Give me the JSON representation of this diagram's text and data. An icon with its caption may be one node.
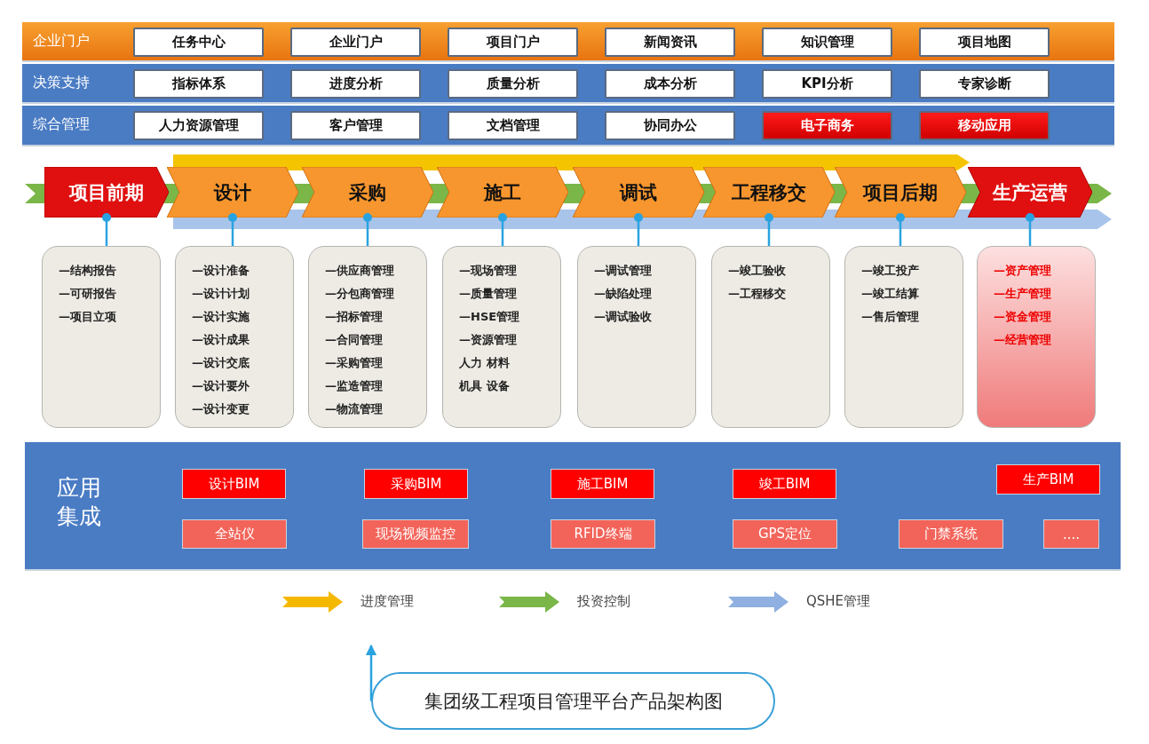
{
  "diagram": {
    "nodes": [
      {
        "text": [
          "企业门户"
        ]
      },
      {
        "text": [
          "任务中心"
        ],
        "in": 0
      },
      {
        "text": [
          "企业门户"
        ],
        "in": 0
      },
      {
        "text": [
          "项目门户"
        ],
        "in": 0
      },
      {
        "text": [
          "新闻资讯"
        ],
        "in": 0
      },
      {
        "text": [
          "知识管理"
        ],
        "in": 0
      },
      {
        "text": [
          "项目地图"
        ],
        "in": 0
      },
      {
        "text": [
          "决策支持"
        ]
      },
      {
        "text": [
          "指标体系"
        ],
        "in": 7
      },
      {
        "text": [
          "进度分析"
        ],
        "in": 7
      },
      {
        "text": [
          "质量分析"
        ],
        "in": 7
      },
      {
        "text": [
          "成本分析"
        ],
        "in": 7
      },
      {
        "text": [
          "KPI分析"
        ],
        "in": 7
      },
      {
        "text": [
          "专家诊断"
        ],
        "in": 7
      },
      {
        "text": [
          "综合管理"
        ]
      },
      {
        "text": [
          "人力资源管理"
        ],
        "in": 14
      },
      {
        "text": [
          "客户管理"
        ],
        "in": 14
      },
      {
        "text": [
          "文档管理"
        ],
        "in": 14
      },
      {
        "text": [
          "协同办公"
        ],
        "in": 14
      },
      {
        "text": [
          "电子商务"
        ],
        "in": 14
      },
      {
        "text": [
          "移动应用"
        ],
        "in": 14
      },
      {
        "text": [
          "项目前期"
        ]
      },
      {
        "text": [
          "设计"
        ]
      },
      {
        "text": [
          "采购"
        ]
      },
      {
        "text": [
          "施工"
        ]
      },
      {
        "text": [
          "调试"
        ]
      },
      {
        "text": [
          "工程移交"
        ]
      },
      {
        "text": [
          "项目后期"
        ]
      },
      {
        "text": [
          "生产运营"
        ]
      },
      {
        "text": [
          "—结构报告",
          "—可研报告",
          "—项目立项"
        ]
      },
      {
        "text": [
          "—设计准备",
          "—设计计划",
          "—设计实施",
          "—设计成果",
          "—设计交底",
          "—设计要外",
          "—设计变更"
        ]
      },
      {
        "text": [
          "—供应商管理",
          "—分包商管理",
          "—招标管理",
          "—合同管理",
          "—采购管理",
          "—监造管理",
          "—物流管理"
        ]
      },
      {
        "text": [
          "—现场管理",
          "—质量管理",
          "—HSE管理",
          "—资源管理",
          "人力 材料",
          "机具 设备"
        ]
      },
      {
        "text": [
          "—调试管理",
          "—缺陷处理",
          "—调试验收"
        ]
      },
      {
        "text": [
          "—竣工验收",
          "—工程移交"
        ]
      },
      {
        "text": [
          "—竣工投产",
          "—竣工结算",
          "—售后管理"
        ]
      },
      {
        "text": [
          "—资产管理",
          "—生产管理",
          "—资金管理",
          "—经营管理"
        ]
      },
      {
        "text": [
          "应用集成"
        ]
      },
      {
        "text": [
          "设计BIM"
        ],
        "in": 37
      },
      {
        "text": [
          "采购BIM"
        ],
        "in": 37
      },
      {
        "text": [
          "施工BIM"
        ],
        "in": 37
      },
      {
        "text": [
          "竣工BIM"
        ],
        "in": 37
      },
      {
        "text": [
          "生产BIM"
        ],
        "in": 37
      },
      {
        "text": [
          "全站仪"
        ],
        "in": 37
      },
      {
        "text": [
          "现场视频监控"
        ],
        "in": 37
      },
      {
        "text": [
          "RFID终端"
        ],
        "in": 37
      },
      {
        "text": [
          "GPS定位"
        ],
        "in": 37
      },
      {
        "text": [
          "门禁系统"
        ],
        "in": 37
      },
      {
        "text": [
          "...."
        ],
        "in": 37
      },
      {
        "text": [
          "集团级工程项目管理平台产品架构图"
        ]
      }
    ],
    "edges": [
      {
        "from": 21,
        "to": 29,
        "arrow": "other"
      },
      {
        "from": 22,
        "to": 30,
        "arrow": "other"
      },
      {
        "from": 23,
        "to": 31,
        "arrow": "other"
      },
      {
        "from": 24,
        "to": 32,
        "arrow": "other"
      },
      {
        "from": 25,
        "to": 33,
        "arrow": "other"
      },
      {
        "from": 26,
        "to": 34,
        "arrow": "other"
      },
      {
        "from": 27,
        "to": 35,
        "arrow": "other"
      },
      {
        "from": 28,
        "to": 36,
        "arrow": "other"
      },
      {
        "from": 49,
        "to": null,
        "arrow": "to"
      }
    ],
    "legend": [
      {
        "text": "进度管理",
        "color": "#f5b800"
      },
      {
        "text": "投资控制",
        "color": "#7ab648"
      },
      {
        "text": "QSHE管理",
        "color": "#8fb0e0"
      }
    ]
  }
}
